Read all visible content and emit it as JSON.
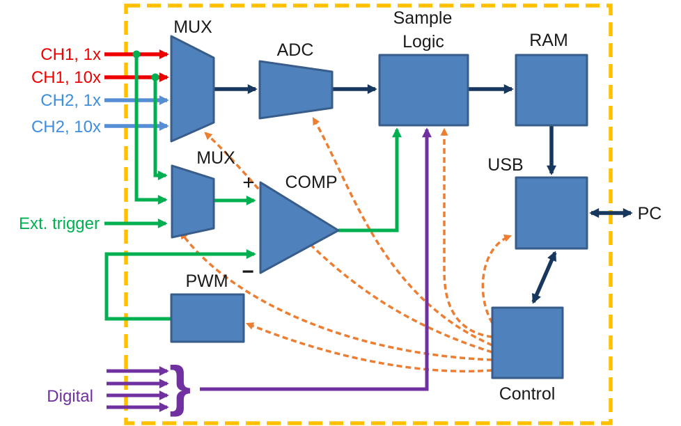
{
  "diagram": {
    "blocks": {
      "mux_top": "MUX",
      "adc": "ADC",
      "sample_line1": "Sample",
      "sample_line2": "Logic",
      "ram": "RAM",
      "usb": "USB",
      "mux_bottom": "MUX",
      "comp": "COMP",
      "pwm": "PWM",
      "control": "Control"
    },
    "inputs": {
      "ch1_1x": "CH1, 1x",
      "ch1_10x": "CH1, 10x",
      "ch2_1x": "CH2, 1x",
      "ch2_10x": "CH2, 10x",
      "ext_trigger": "Ext. trigger",
      "digital": "Digital"
    },
    "io": {
      "pc": "PC"
    },
    "comp_pins": {
      "plus": "+",
      "minus": "−"
    },
    "glyphs": {
      "digital_brace": "}"
    },
    "colors": {
      "block_fill": "#4F81BD",
      "block_border": "#385D8A",
      "data_bus_navy": "#17375E",
      "ch1_red": "#EE0000",
      "ch2_blue": "#558ED5",
      "trigger_green": "#00B050",
      "digital_purple": "#7030A0",
      "control_orange": "#ED7D31",
      "boundary_yellow": "#FFC000",
      "label_black": "#1A1A1A"
    }
  }
}
